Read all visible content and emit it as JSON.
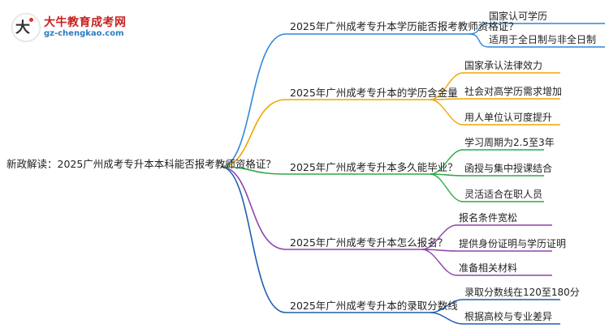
{
  "logo": {
    "name": "大牛教育成考网",
    "url": "gz-chengkao.com"
  },
  "mindmap": {
    "root": "新政解读：2025广州成考专升本本科能否报考教师资格证？",
    "branches": [
      {
        "title": "2025年广州成考专升本学历能否报考教师资格证？",
        "color": "#2e86de",
        "children": [
          "国家认可学历",
          "适用于全日制与非全日制"
        ]
      },
      {
        "title": "2025年广州成考专升本的学历含金量",
        "color": "#f0a500",
        "children": [
          "国家承认法律效力",
          "社会对高学历需求增加",
          "用人单位认可度提升"
        ]
      },
      {
        "title": "2025年广州成考专升本多久能毕业？",
        "color": "#2ea84a",
        "children": [
          "学习周期为2.5至3年",
          "函授与集中授课结合",
          "灵活适合在职人员"
        ]
      },
      {
        "title": "2025年广州成考专升本怎么报名？",
        "color": "#8e44ad",
        "children": [
          "报名条件宽松",
          "提供身份证明与学历证明",
          "准备相关材料"
        ]
      },
      {
        "title": "2025年广州成考专升本的录取分数线",
        "color": "#1f5fb0",
        "children": [
          "录取分数线在120至180分",
          "根据高校与专业差异"
        ]
      }
    ]
  }
}
